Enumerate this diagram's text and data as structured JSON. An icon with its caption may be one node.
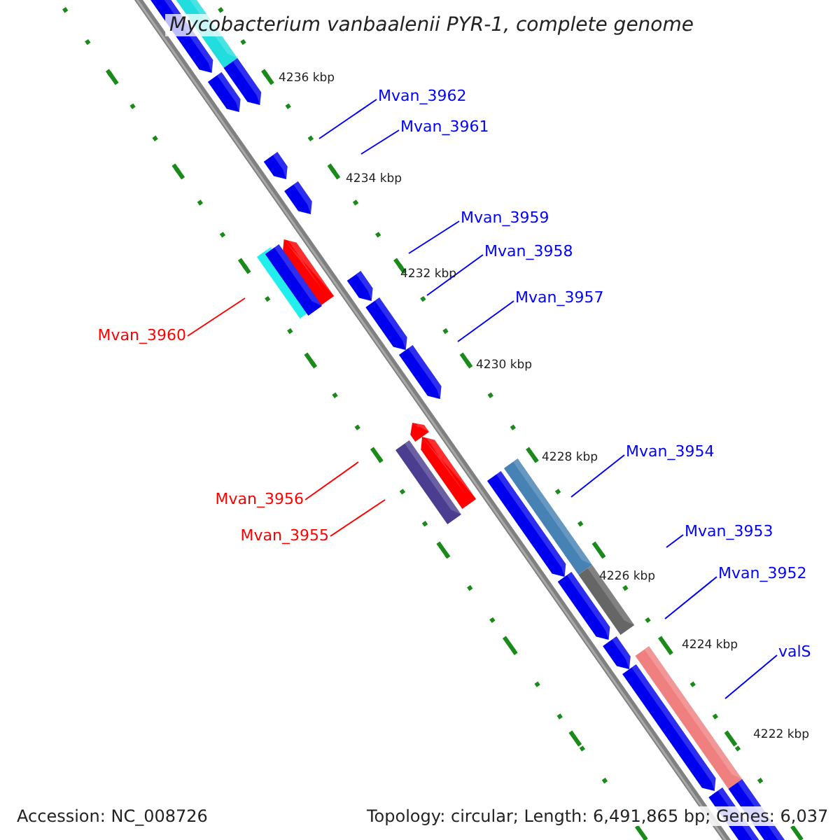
{
  "diagram": {
    "title": "Mycobacterium vanbaalenii PYR-1, complete genome",
    "nodes": [
      {
        "text": [
          "Mvan_3962"
        ]
      },
      {
        "text": [
          "Mvan_3961"
        ]
      },
      {
        "text": [
          "Mvan_3959"
        ]
      },
      {
        "text": [
          "Mvan_3958"
        ]
      },
      {
        "text": [
          "Mvan_3957"
        ]
      },
      {
        "text": [
          "Mvan_3960"
        ]
      },
      {
        "text": [
          "Mvan_3956"
        ]
      },
      {
        "text": [
          "Mvan_3955"
        ]
      },
      {
        "text": [
          "Mvan_3954"
        ]
      },
      {
        "text": [
          "Mvan_3953"
        ]
      },
      {
        "text": [
          "Mvan_3952"
        ]
      },
      {
        "text": [
          "valS"
        ]
      }
    ],
    "edges": [
      {
        "from": 0,
        "to": null,
        "arrow": "none"
      },
      {
        "from": 1,
        "to": null,
        "arrow": "none"
      },
      {
        "from": 2,
        "to": null,
        "arrow": "none"
      },
      {
        "from": 3,
        "to": null,
        "arrow": "none"
      },
      {
        "from": 4,
        "to": null,
        "arrow": "none"
      },
      {
        "from": 5,
        "to": null,
        "arrow": "none",
        "color": "#ff0000"
      },
      {
        "from": 6,
        "to": null,
        "arrow": "none",
        "color": "#ff0000"
      },
      {
        "from": 7,
        "to": null,
        "arrow": "none",
        "color": "#ff0000"
      },
      {
        "from": 8,
        "to": null,
        "arrow": "none"
      },
      {
        "from": 9,
        "to": null,
        "arrow": "none"
      },
      {
        "from": 10,
        "to": null,
        "arrow": "none"
      },
      {
        "from": 11,
        "to": null,
        "arrow": "none"
      }
    ],
    "labels": [
      "4236 kbp",
      "4234 kbp",
      "4232 kbp",
      "4230 kbp",
      "4228 kbp",
      "4226 kbp",
      "4224 kbp",
      "4222 kbp",
      "Accession: NC_008726",
      "Topology: circular; Length: 6,491,865 bp; Genes: 6,037"
    ]
  }
}
